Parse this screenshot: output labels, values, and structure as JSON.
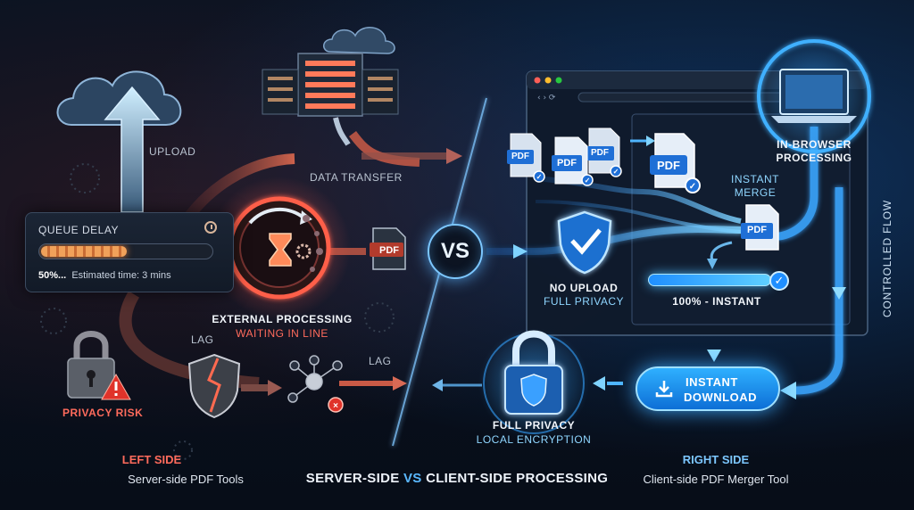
{
  "left": {
    "upload": "UPLOAD",
    "data_transfer": "DATA TRANSFER",
    "queue": {
      "title": "QUEUE DELAY",
      "progress_pct": 50,
      "percent_text": "50%...",
      "estimate_text": "Estimated time: 3 mins"
    },
    "pdf_badge": "PDF",
    "external_processing": "EXTERNAL PROCESSING",
    "waiting": "WAITING IN LINE",
    "lag_1": "LAG",
    "lag_2": "LAG",
    "privacy_risk": "PRIVACY RISK",
    "side_heading": "LEFT SIDE",
    "side_sub": "Server-side PDF Tools"
  },
  "vs": "VS",
  "right": {
    "pdf_badge_1": "PDF",
    "pdf_badge_2": "PDF",
    "pdf_badge_3": "PDF",
    "pdf_badge_4": "PDF",
    "pdf_badge_merged": "PDF",
    "in_browser_1": "IN-BROWSER",
    "in_browser_2": "PROCESSING",
    "instant_merge_1": "INSTANT",
    "instant_merge_2": "MERGE",
    "controlled_flow": "CONTROLLED FLOW",
    "no_upload": "NO UPLOAD",
    "full_privacy_small": "FULL PRIVACY",
    "progress_pct": 100,
    "progress_text": "100% - INSTANT",
    "download_1": "INSTANT",
    "download_2": "DOWNLOAD",
    "full_privacy": "FULL PRIVACY",
    "local_encryption": "LOCAL ENCRYPTION",
    "side_heading": "RIGHT SIDE",
    "side_sub": "Client-side PDF Merger Tool"
  },
  "bottom_title": {
    "part1": "SERVER-SIDE ",
    "part2": "VS",
    "part3": " CLIENT-SIDE PROCESSING"
  },
  "colors": {
    "left_accent": "#ff6b5c",
    "right_accent": "#3aa8ff",
    "background": "#070d18"
  },
  "icons": [
    "cloud-upload-icon",
    "server-rack-icon",
    "hourglass-icon",
    "gear-icon",
    "padlock-warning-icon",
    "broken-shield-icon",
    "network-error-icon",
    "browser-window-icon",
    "pdf-file-icon",
    "shield-check-icon",
    "laptop-icon",
    "padlock-shield-icon",
    "download-icon",
    "clock-icon",
    "check-icon"
  ]
}
